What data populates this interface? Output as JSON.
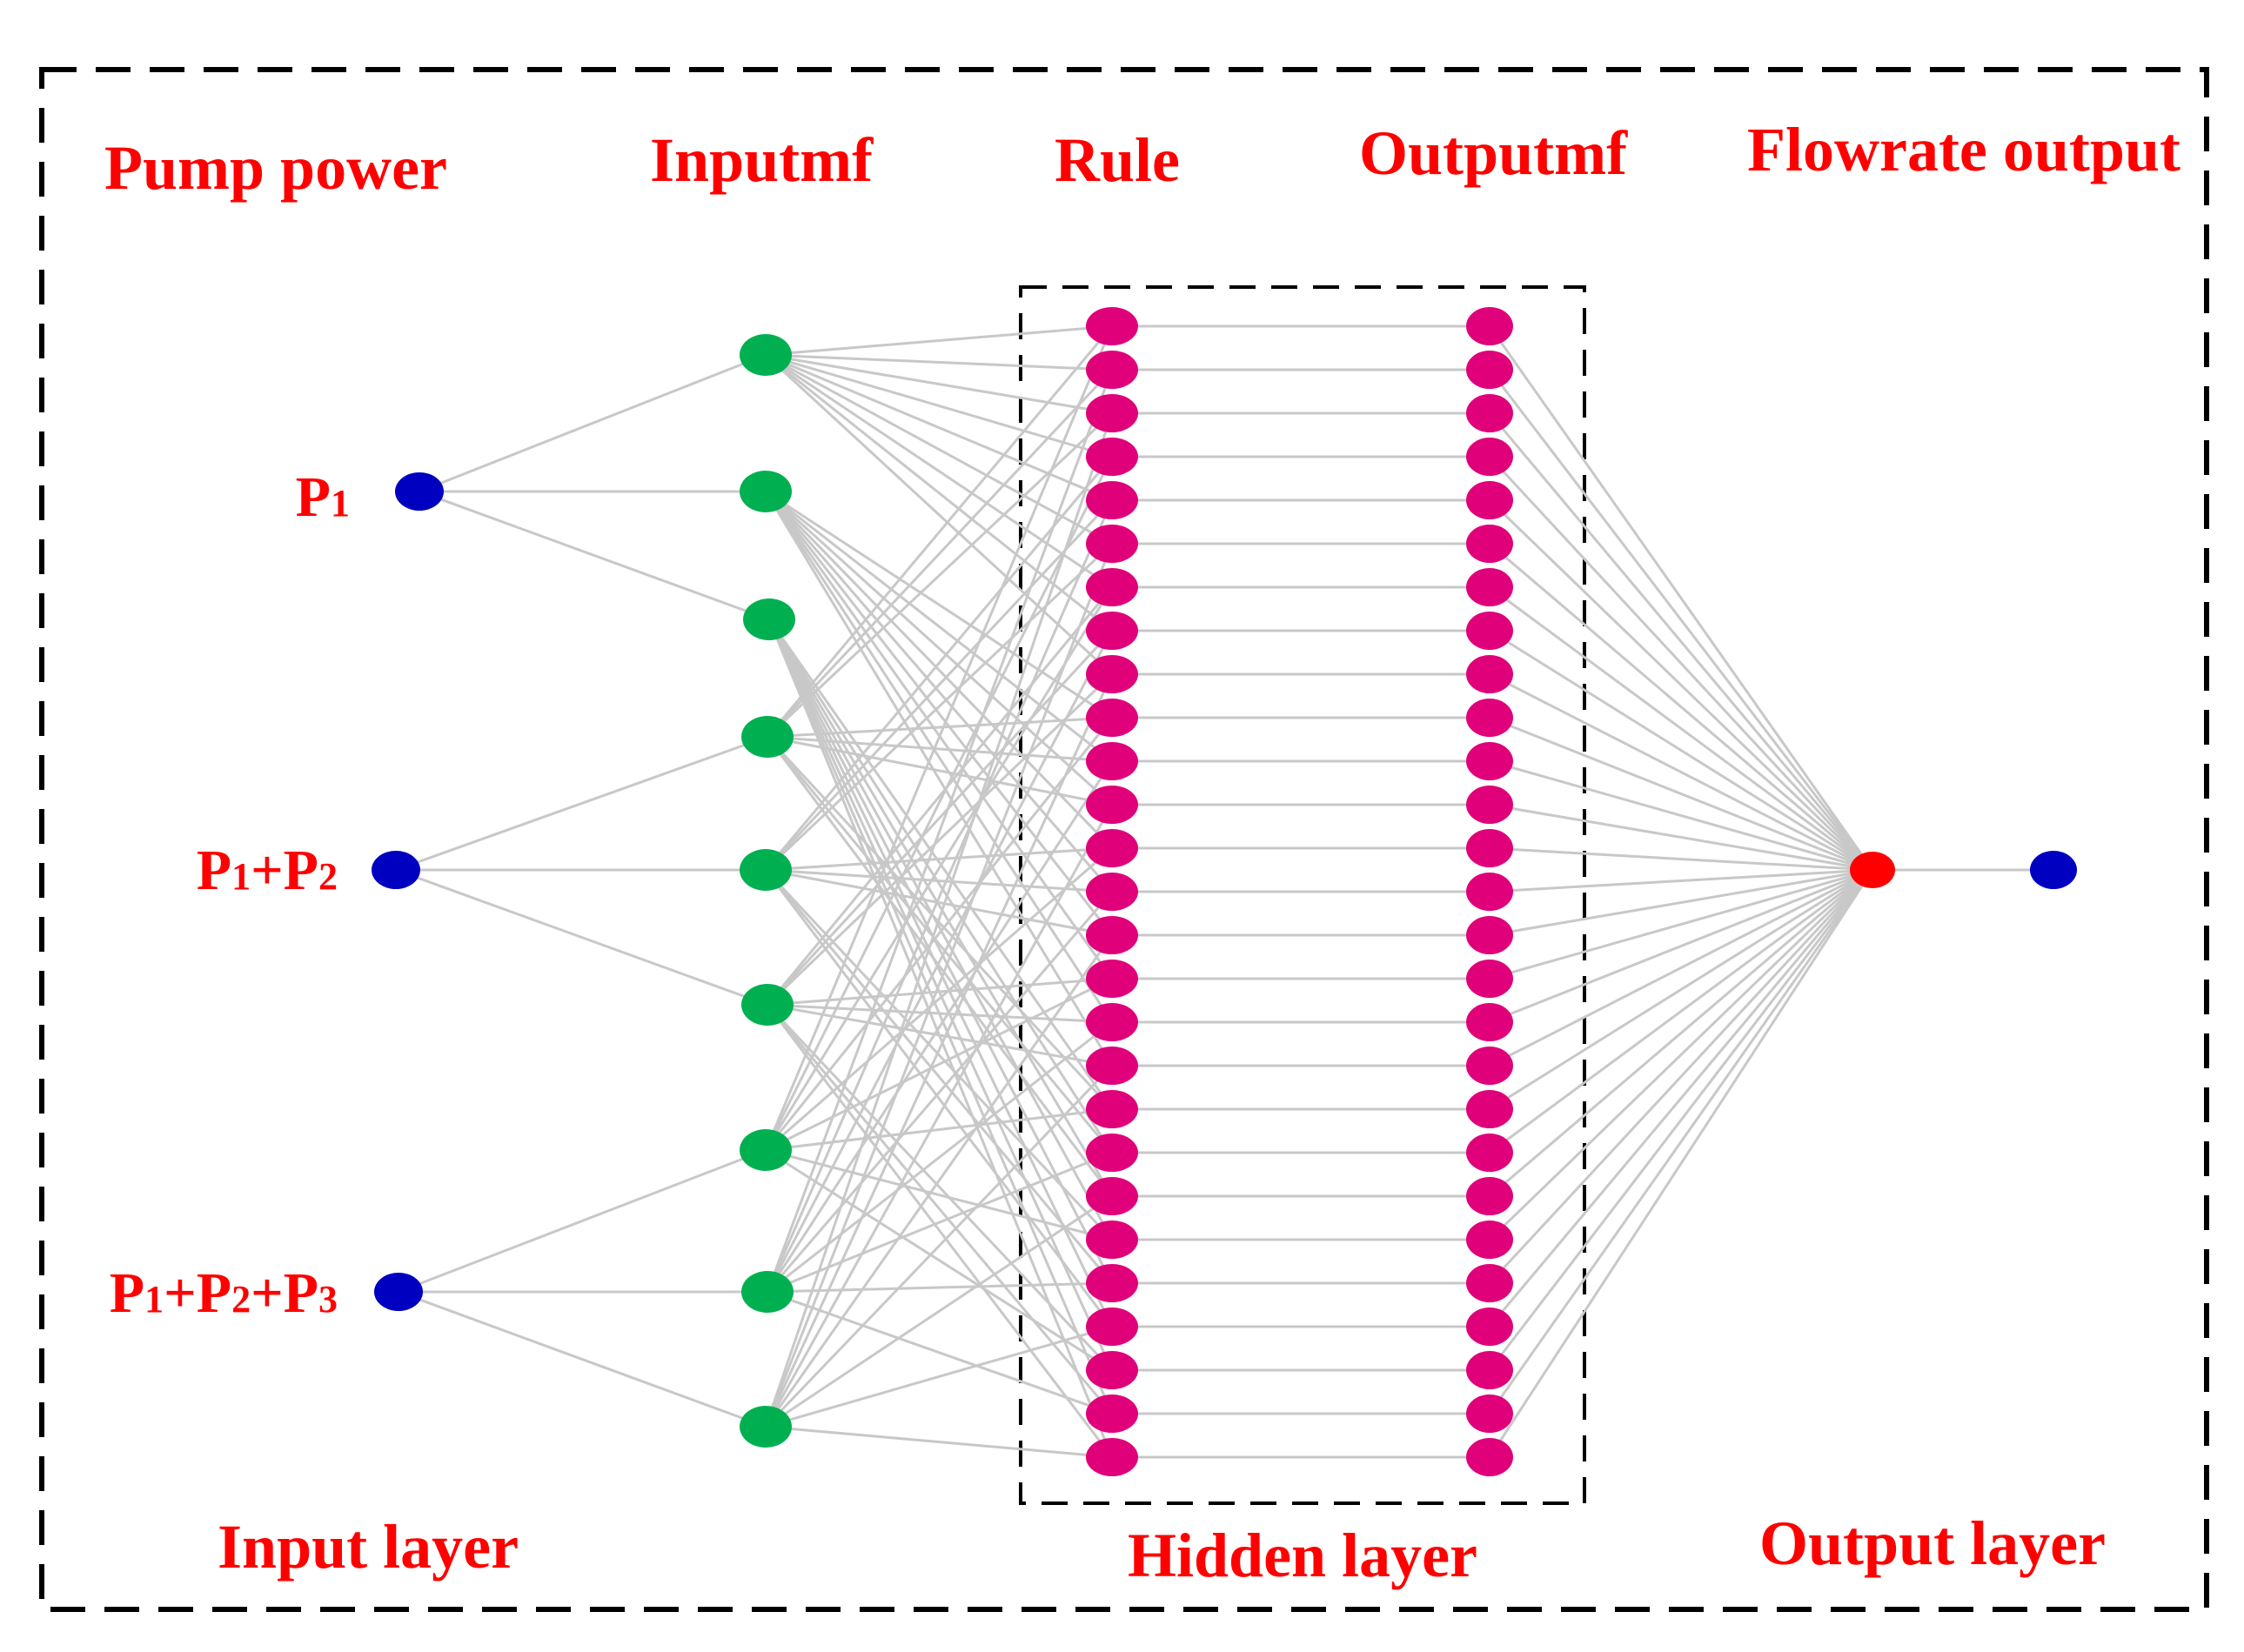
{
  "headers": {
    "pump_power": "Pump power",
    "inputmf": "Inputmf",
    "rule": "Rule",
    "outputmf": "Outputmf",
    "flowrate_output": "Flowrate output"
  },
  "layers": {
    "input": "Input layer",
    "hidden": "Hidden layer",
    "output": "Output layer"
  },
  "inputs": [
    {
      "parts": [
        {
          "t": "P",
          "s": "1"
        }
      ]
    },
    {
      "parts": [
        {
          "t": "P",
          "s": "1"
        },
        {
          "t": "+P",
          "s": "2"
        }
      ]
    },
    {
      "parts": [
        {
          "t": "P",
          "s": "1"
        },
        {
          "t": "+P",
          "s": "2"
        },
        {
          "t": "+P",
          "s": "3"
        }
      ]
    }
  ],
  "network": {
    "input_nodes": 3,
    "inputmf_per_input": 3,
    "inputmf_nodes": 9,
    "rule_nodes": 27,
    "outputmf_nodes": 27,
    "aggregate_nodes": 1,
    "output_nodes": 1
  },
  "colors": {
    "text": "#ff0000",
    "input_node": "#0000c0",
    "inputmf_node": "#00b050",
    "rule_node": "#e0007a",
    "outputmf_node": "#e0007a",
    "aggregate_node": "#ff0000",
    "output_node": "#0000c0",
    "edge": "#c8c8c8",
    "border": "#000000"
  }
}
